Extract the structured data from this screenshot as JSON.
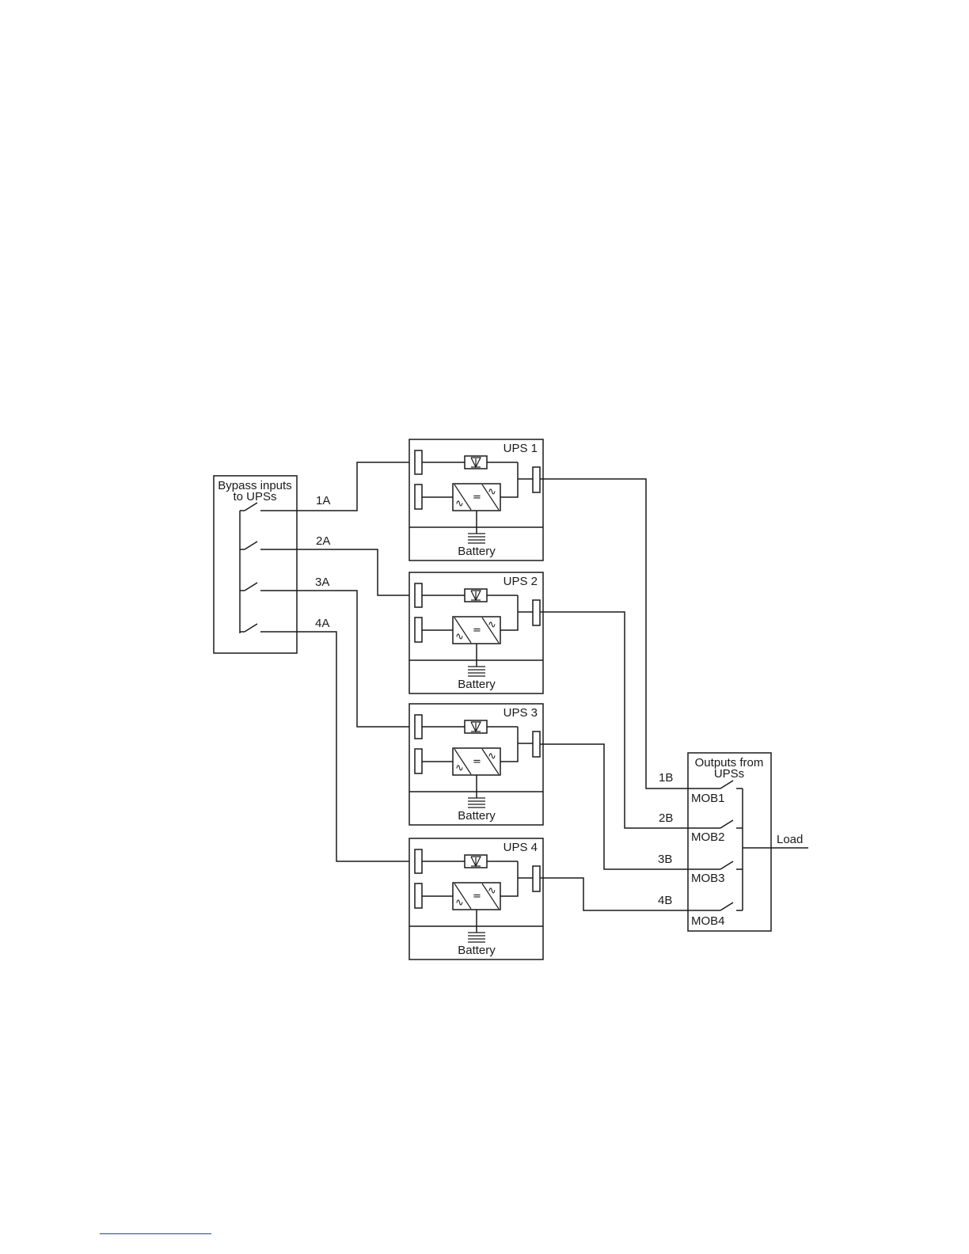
{
  "bypass_panel": {
    "title_line1": "Bypass inputs",
    "title_line2": "to UPSs"
  },
  "bypass_lines": [
    "1A",
    "2A",
    "3A",
    "4A"
  ],
  "ups_units": [
    {
      "name": "UPS 1",
      "battery": "Battery"
    },
    {
      "name": "UPS 2",
      "battery": "Battery"
    },
    {
      "name": "UPS 3",
      "battery": "Battery"
    },
    {
      "name": "UPS 4",
      "battery": "Battery"
    }
  ],
  "output_lines": [
    "1B",
    "2B",
    "3B",
    "4B"
  ],
  "output_panel": {
    "title_line1": "Outputs from",
    "title_line2": "UPSs",
    "breakers": [
      "MOB1",
      "MOB2",
      "MOB3",
      "MOB4"
    ]
  },
  "load_label": "Load",
  "symbols": {
    "ac": "∿",
    "dc": "="
  },
  "colors": {
    "line": "#1a1a1a",
    "footnote_rule": "#2a3fa8"
  }
}
